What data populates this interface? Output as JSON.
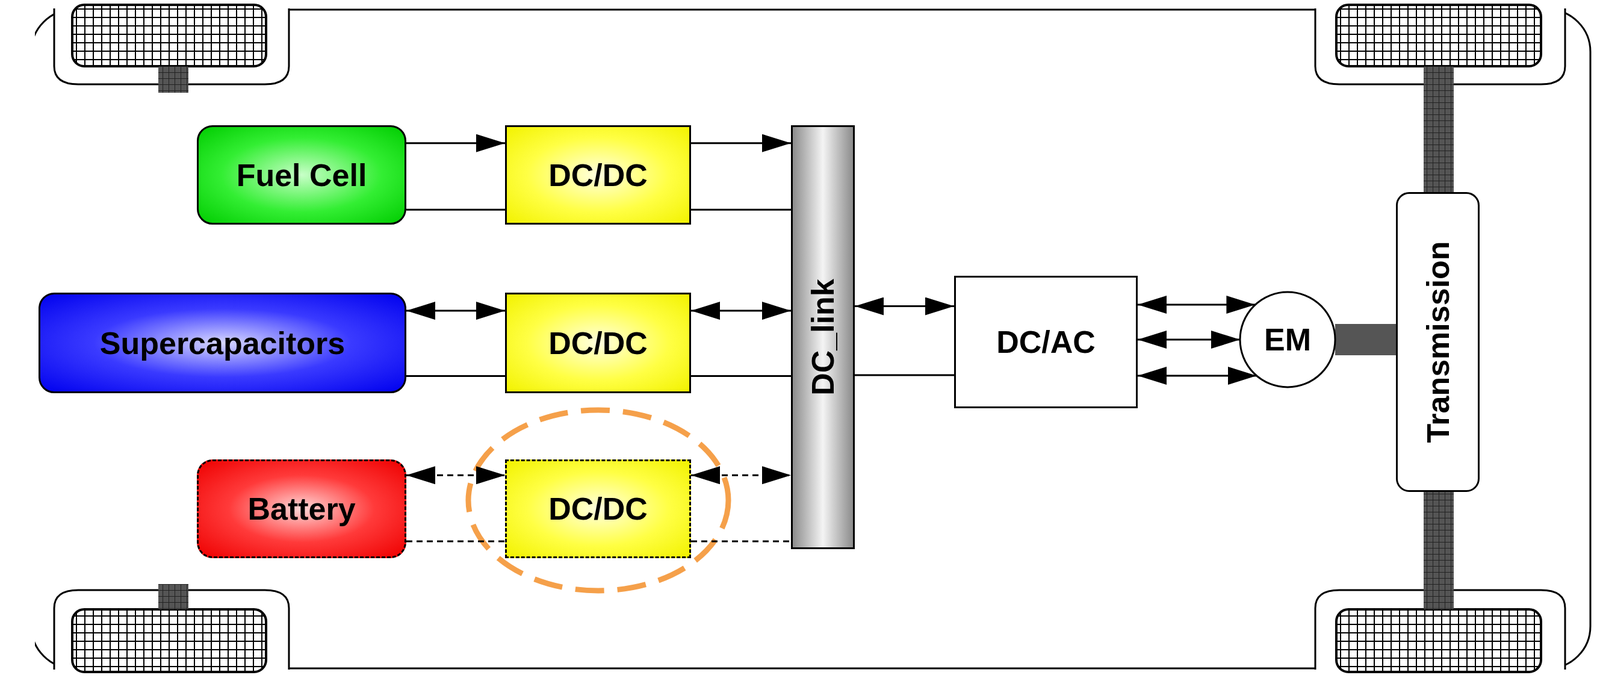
{
  "diagram": {
    "nodes": [
      {
        "text": [
          "Fuel Cell"
        ]
      },
      {
        "text": [
          "DC/DC"
        ]
      },
      {
        "text": [
          "Supercapacitors"
        ]
      },
      {
        "text": [
          "DC/DC"
        ]
      },
      {
        "text": [
          "Battery"
        ]
      },
      {
        "text": [
          "DC/DC"
        ]
      },
      {
        "text": [
          "DC_link"
        ]
      },
      {
        "text": [
          "DC/AC"
        ]
      },
      {
        "text": [
          "EM"
        ]
      },
      {
        "text": [
          "Transmission"
        ]
      }
    ],
    "edges": [
      {
        "from": 0,
        "to": 1,
        "arrow": "to"
      },
      {
        "from": 1,
        "to": 6,
        "arrow": "to"
      },
      {
        "from": 2,
        "to": 3,
        "arrow": "both"
      },
      {
        "from": 3,
        "to": 6,
        "arrow": "both"
      },
      {
        "from": 4,
        "to": 5,
        "arrow": "both"
      },
      {
        "from": 5,
        "to": 6,
        "arrow": "both"
      },
      {
        "from": 6,
        "to": 7,
        "arrow": "both"
      },
      {
        "from": 7,
        "to": 8,
        "arrow": "both"
      },
      {
        "from": 8,
        "to": 9,
        "arrow": "none"
      }
    ]
  }
}
